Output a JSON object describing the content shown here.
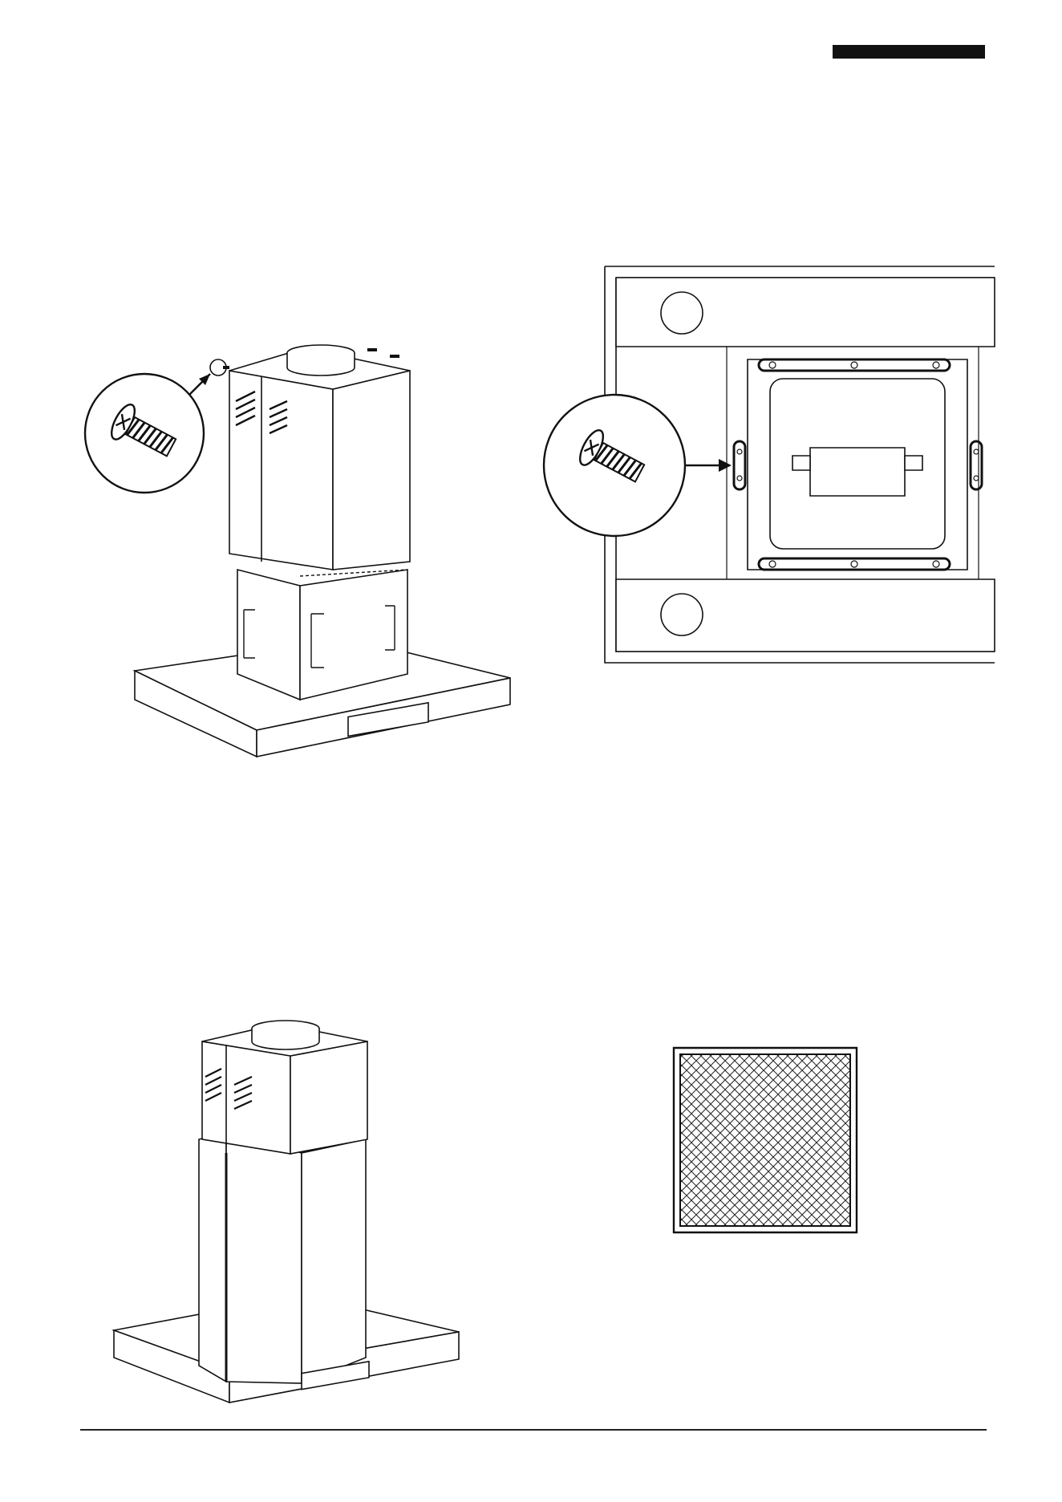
{
  "colors": {
    "ink": "#111111",
    "paper": "#ffffff",
    "hatch": "#222222"
  },
  "header": {
    "tab_fill": "#111111"
  },
  "figures": [
    {
      "id": "fig-tl",
      "icon": "range-hood-chimney-with-screw-detail-icon"
    },
    {
      "id": "fig-tr",
      "icon": "hood-underside-bracket-screws-icon"
    },
    {
      "id": "fig-bl",
      "icon": "assembled-range-hood-chimney-icon"
    },
    {
      "id": "fig-br",
      "icon": "mesh-grease-filter-icon"
    }
  ]
}
